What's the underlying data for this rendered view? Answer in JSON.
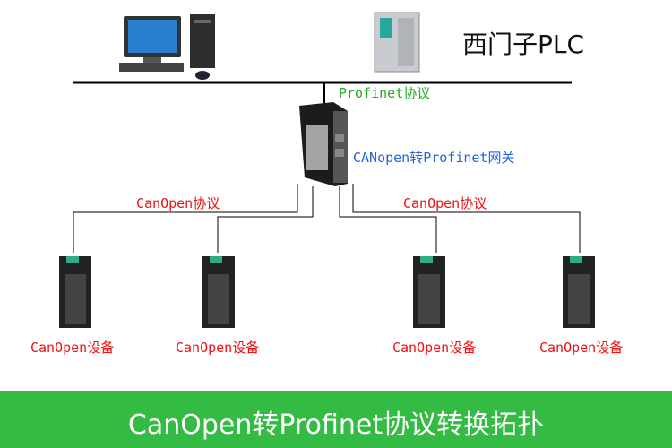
{
  "plc_label": "西门子PLC",
  "profinet_label": "Profinet协议",
  "gateway_label": "CANopen转Profinet网关",
  "canopen_left_label": "CanOpen协议",
  "canopen_right_label": "CanOpen协议",
  "devices": [
    {
      "label": "CanOpen设备"
    },
    {
      "label": "CanOpen设备"
    },
    {
      "label": "CanOpen设备"
    },
    {
      "label": "CanOpen设备"
    }
  ],
  "banner_title": "CanOpen转Profinet协议转换拓扑",
  "colors": {
    "banner": "#33bb44",
    "canopen": "#ee1111",
    "profinet": "#22aa22",
    "gateway": "#2266dd"
  }
}
